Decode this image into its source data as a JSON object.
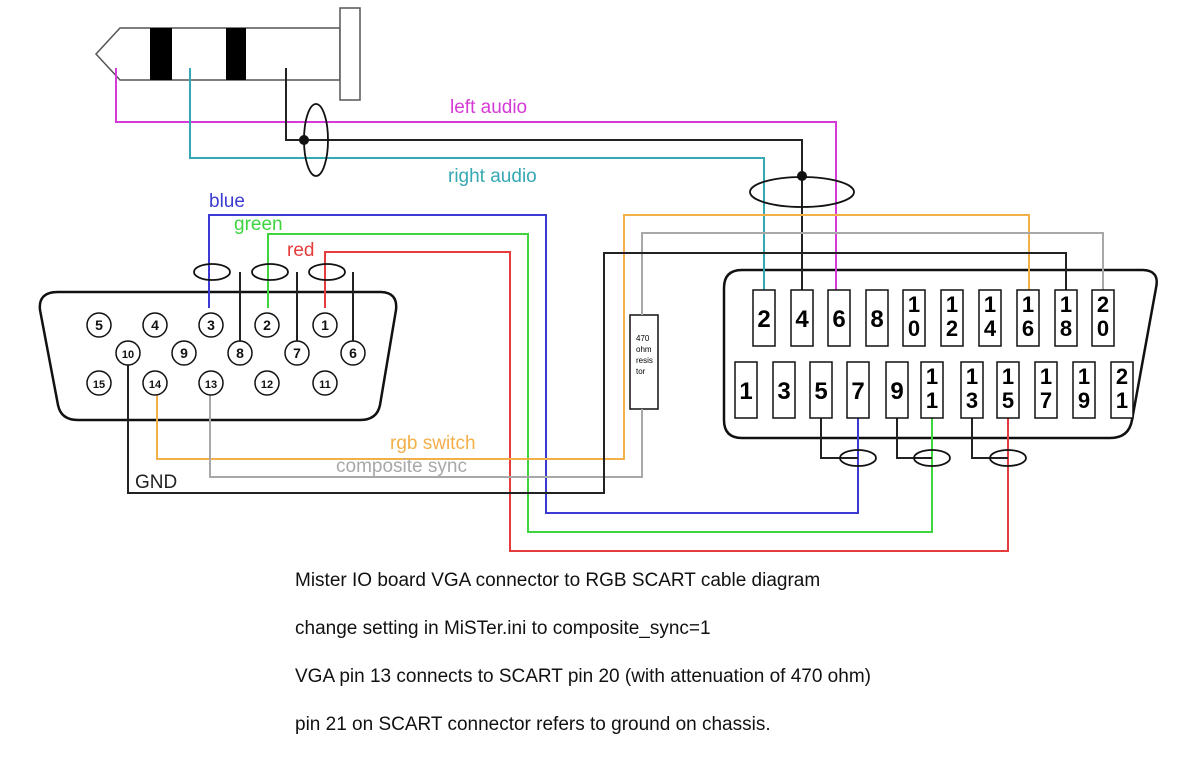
{
  "colors": {
    "left_audio": "#d63ad6",
    "right_audio": "#36a8b4",
    "blue": "#3b3bd4",
    "green": "#3ed43e",
    "red": "#e53b3b",
    "rgb_switch": "#f3b04a",
    "composite_sync": "#a8a8a8",
    "ground": "#222222"
  },
  "labels": {
    "left_audio": "left audio",
    "right_audio": "right audio",
    "blue": "blue",
    "green": "green",
    "red": "red",
    "rgb_switch": "rgb switch",
    "composite_sync": "composite sync",
    "gnd": "GND",
    "resistor": [
      "470",
      "ohm",
      "resis",
      "tor"
    ]
  },
  "vga_pins": [
    "1",
    "2",
    "3",
    "4",
    "5",
    "6",
    "7",
    "8",
    "9",
    "10",
    "11",
    "12",
    "13",
    "14",
    "15"
  ],
  "scart_top": [
    [
      "2"
    ],
    [
      "4"
    ],
    [
      "6"
    ],
    [
      "8"
    ],
    [
      "1",
      "0"
    ],
    [
      "1",
      "2"
    ],
    [
      "1",
      "4"
    ],
    [
      "1",
      "6"
    ],
    [
      "1",
      "8"
    ],
    [
      "2",
      "0"
    ]
  ],
  "scart_bottom": [
    [
      "1"
    ],
    [
      "3"
    ],
    [
      "5"
    ],
    [
      "7"
    ],
    [
      "9"
    ],
    [
      "1",
      "1"
    ],
    [
      "1",
      "3"
    ],
    [
      "1",
      "5"
    ],
    [
      "1",
      "7"
    ],
    [
      "1",
      "9"
    ],
    [
      "2",
      "1"
    ]
  ],
  "notes": {
    "line1": "Mister IO board VGA connector to RGB SCART cable diagram",
    "line2": "change setting in MiSTer.ini to composite_sync=1",
    "line3": "VGA pin 13 connects to SCART pin 20 (with attenuation of 470 ohm)",
    "line4": "pin 21 on SCART connector refers to ground on chassis."
  }
}
